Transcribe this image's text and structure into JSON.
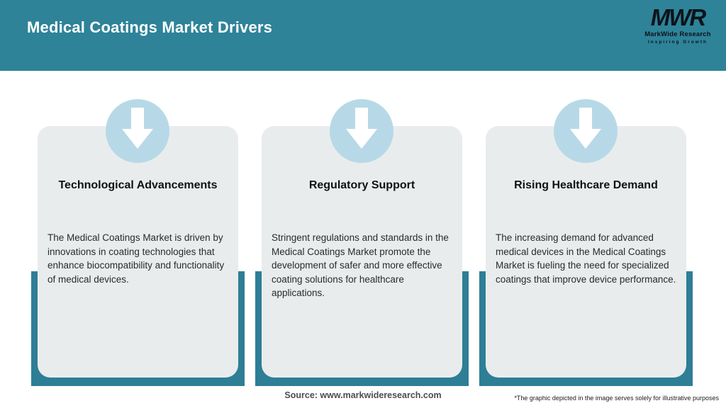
{
  "header": {
    "title": "Medical Coatings Market Drivers",
    "logo": {
      "acronym": "MWR",
      "name": "MarkWide Research",
      "tagline": "Inspiring Growth"
    }
  },
  "cards": [
    {
      "icon": "arrow-down-icon",
      "title": "Technological Advancements",
      "description": "The Medical Coatings Market is driven by innovations in coating technologies that enhance biocompatibility and functionality of medical devices."
    },
    {
      "icon": "arrow-down-icon",
      "title": "Regulatory Support",
      "description": "Stringent regulations and standards in the Medical Coatings Market promote the development of safer and more effective coating solutions for healthcare applications."
    },
    {
      "icon": "arrow-down-icon",
      "title": "Rising Healthcare Demand",
      "description": "The increasing demand for advanced medical devices in the Medical Coatings Market is fueling the need for specialized coatings that improve device performance."
    }
  ],
  "footer": {
    "source": "Source: www.markwideresearch.com",
    "disclaimer": "*The graphic depicted in the image serves solely for illustrative purposes"
  },
  "colors": {
    "header_background": "#2e8399",
    "card_background": "#e9eced",
    "shadow_accent": "#2e7e96",
    "icon_circle": "#b7d9e7",
    "header_text": "#ffffff",
    "title_text": "#111111"
  }
}
